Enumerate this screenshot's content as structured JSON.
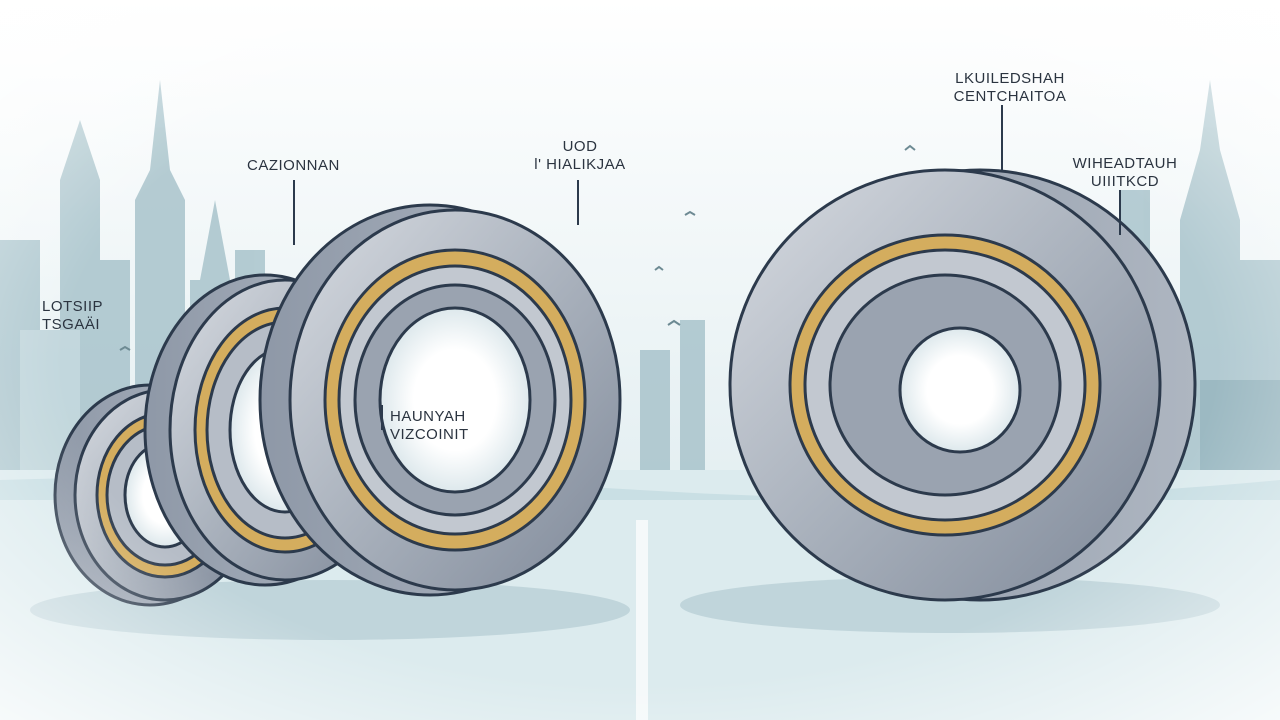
{
  "labels": {
    "bl_left": {
      "line1": "LOTSIIP",
      "line2": "TSGAÄI"
    },
    "small_top": {
      "line1": "CAZIONNAN"
    },
    "mid_top": {
      "line1": "UOD",
      "line2": "Ɩ' HIALIKJAA"
    },
    "mid_inner": {
      "line1": "HAUNYAH",
      "line2": "VIZCOINIT"
    },
    "big_top": {
      "line1": "LKUILEDSHAH",
      "line2": "CENTCHAITOA"
    },
    "big_right": {
      "line1": "WIHEADTAUH",
      "line2": "UIIITKCD"
    }
  },
  "colors": {
    "sky": "#eef6f7",
    "skyline": "#a7c3cb",
    "steel_light": "#c4c9d0",
    "steel_mid": "#9aa3b0",
    "steel_dark": "#6d7787",
    "outline": "#2c3a4c",
    "gold": "#d4ad5e",
    "water": "#dcebee"
  }
}
